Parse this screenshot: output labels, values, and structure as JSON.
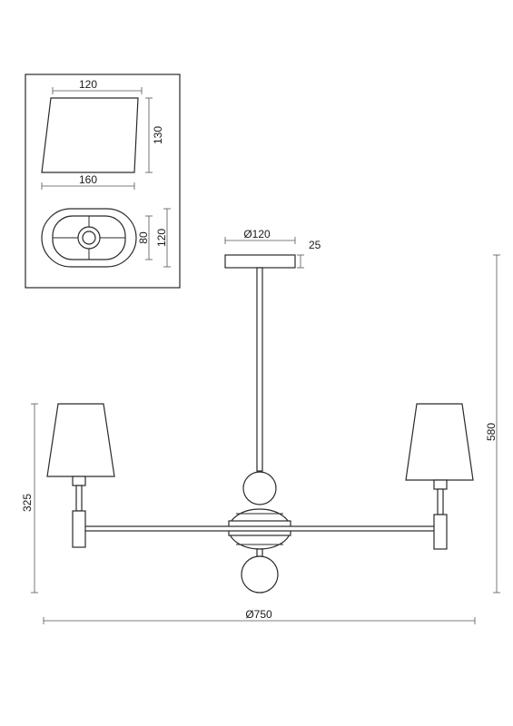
{
  "inset": {
    "shade_top_width": "120",
    "shade_height": "130",
    "shade_bottom_width": "160",
    "oval_inner": "80",
    "oval_outer": "120"
  },
  "main": {
    "canopy_diameter": "Ø120",
    "canopy_height": "25",
    "total_height": "580",
    "arm_height": "325",
    "total_diameter": "Ø750"
  }
}
